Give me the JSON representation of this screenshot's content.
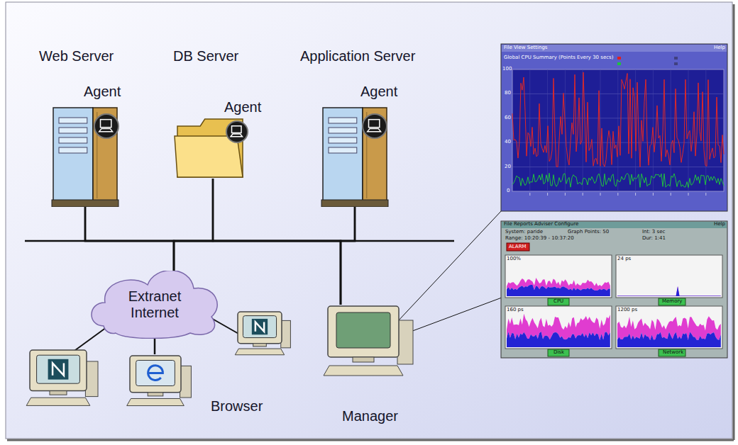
{
  "diagram": {
    "nodes": [
      {
        "text": [
          "Web Server",
          "Agent"
        ]
      },
      {
        "text": [
          "DB Server",
          "Agent"
        ]
      },
      {
        "text": [
          "Application Server",
          "Agent"
        ]
      },
      {
        "text": [
          "Extranet Internet"
        ]
      },
      {
        "text": [
          "Manager"
        ]
      },
      {
        "text": [
          "Browser"
        ]
      }
    ],
    "edges": [
      {
        "from": 0,
        "to": 3,
        "arrow": "none"
      },
      {
        "from": 1,
        "to": 3,
        "arrow": "none"
      },
      {
        "from": 2,
        "to": 3,
        "arrow": "none"
      },
      {
        "from": 0,
        "to": 4,
        "arrow": "none"
      },
      {
        "from": 1,
        "to": 4,
        "arrow": "none"
      },
      {
        "from": 2,
        "to": 4,
        "arrow": "none"
      },
      {
        "from": 3,
        "to": 5,
        "arrow": "none"
      }
    ],
    "labels": [
      "File View Settings",
      "Help",
      "Global CPU Summary (Points Every 30 secs)",
      "100",
      "80",
      "60",
      "40",
      "20",
      "0",
      "File Reports Adviser Configure",
      "Help",
      "System: paride",
      "Graph Points: 50",
      "Int: 3 sec",
      "Range: 10:20:39 - 10:37:20",
      "Dur: 1:41",
      "ALARM",
      "100%",
      "24 ps",
      "160 ps",
      "1200 ps",
      "CPU",
      "Memory",
      "Disk",
      "Network"
    ]
  }
}
